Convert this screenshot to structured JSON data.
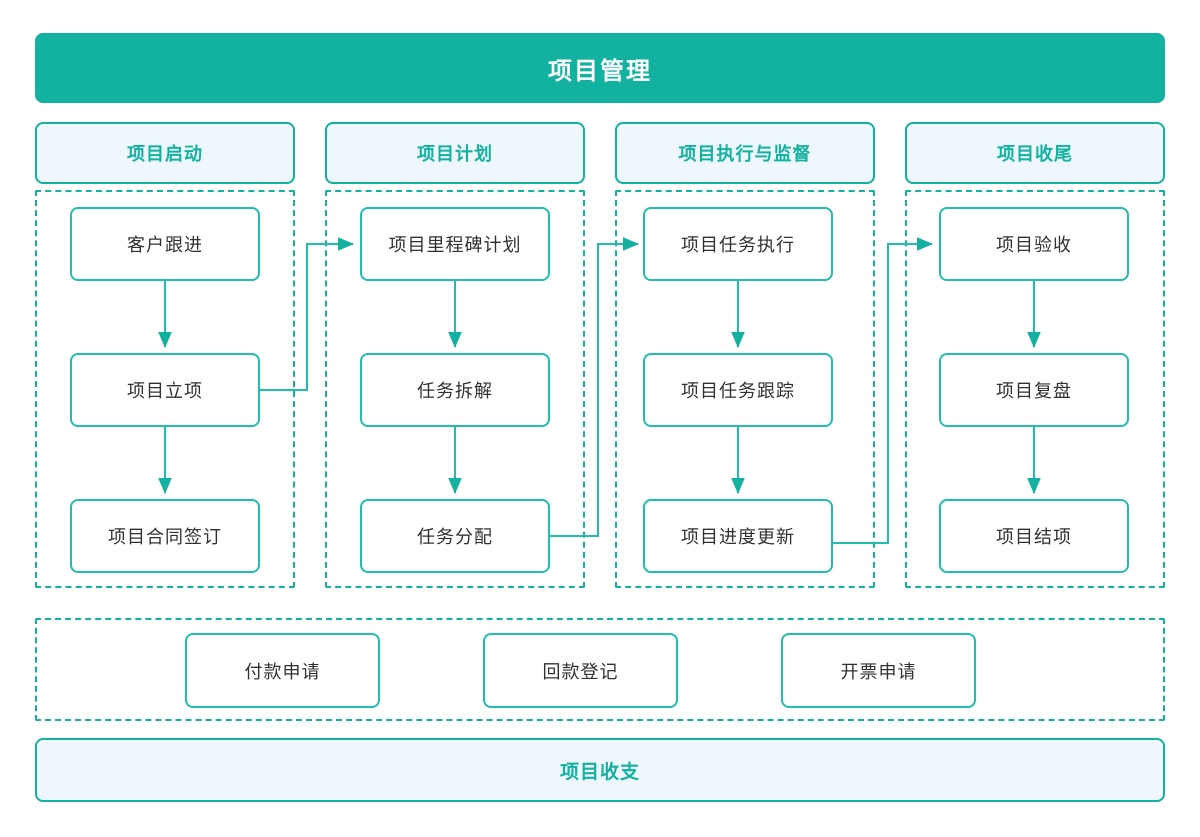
{
  "diagram": {
    "title": "项目管理",
    "accent_color": "#12b1a0",
    "node_border_color": "#21bdb0",
    "pill_fill_color": "#eff7fe",
    "node_fill_color": "#ffffff",
    "node_text_color": "#303133",
    "background_color": "#ffffff"
  },
  "phases": [
    {
      "header": "项目启动",
      "nodes": [
        "客户跟进",
        "项目立项",
        "项目合同签订"
      ]
    },
    {
      "header": "项目计划",
      "nodes": [
        "项目里程碑计划",
        "任务拆解",
        "任务分配"
      ]
    },
    {
      "header": "项目执行与监督",
      "nodes": [
        "项目任务执行",
        "项目任务跟踪",
        "项目进度更新"
      ]
    },
    {
      "header": "项目收尾",
      "nodes": [
        "项目验收",
        "项目复盘",
        "项目结项"
      ]
    }
  ],
  "payments": {
    "items": [
      "付款申请",
      "回款登记",
      "开票申请"
    ]
  },
  "footer": {
    "label": "项目收支"
  }
}
